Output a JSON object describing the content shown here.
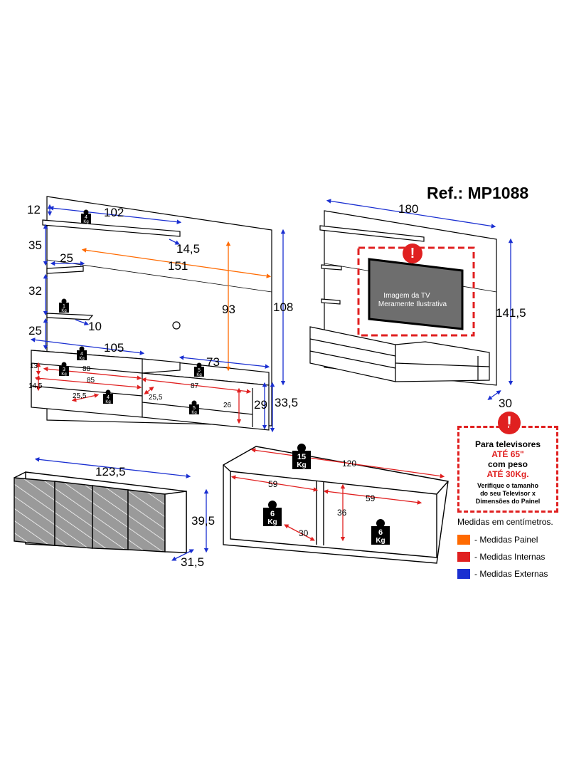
{
  "reference": "Ref.: MP1088",
  "colors": {
    "painel": "#ff6a00",
    "internas": "#e02020",
    "externas": "#1a2fd1"
  },
  "panel_front": {
    "dims": [
      "12",
      "102",
      "35",
      "14,5",
      "25",
      "151",
      "32",
      "93",
      "108",
      "10",
      "25",
      "105",
      "73",
      "13",
      "88",
      "85",
      "87",
      "14,5",
      "25,5",
      "25,5",
      "26",
      "29",
      "33,5"
    ],
    "weights": [
      {
        "value": "4",
        "unit": "Kg"
      },
      {
        "value": "1",
        "unit": "Kg"
      },
      {
        "value": "4",
        "unit": "Kg"
      },
      {
        "value": "3",
        "unit": "Kg"
      },
      {
        "value": "5",
        "unit": "Kg"
      },
      {
        "value": "4",
        "unit": "Kg"
      },
      {
        "value": "5",
        "unit": "Kg"
      }
    ]
  },
  "panel_tv": {
    "dims": [
      "180",
      "141,5",
      "30"
    ],
    "tv_caption": [
      "Imagem da TV",
      "Meramente Ilustrativa"
    ]
  },
  "cabinet": {
    "dims": [
      "123,5",
      "39,5",
      "31,5"
    ]
  },
  "cabinet_open": {
    "dims": [
      "120",
      "59",
      "59",
      "36",
      "30"
    ],
    "weights": [
      {
        "value": "15",
        "unit": "Kg"
      },
      {
        "value": "6",
        "unit": "Kg"
      },
      {
        "value": "6",
        "unit": "Kg"
      }
    ]
  },
  "tv_notice": {
    "line1": "Para televisores",
    "line2": "ATÉ 65\"",
    "line3": "com peso",
    "line4": "ATÉ 30Kg.",
    "line5a": "Verifique o tamanho",
    "line5b": "do seu Televisor x",
    "line5c": "Dimensões do Painel"
  },
  "legend": {
    "title": "Medidas em centímetros.",
    "items": [
      "- Medidas Painel",
      "- Medidas Internas",
      "- Medidas Externas"
    ]
  }
}
